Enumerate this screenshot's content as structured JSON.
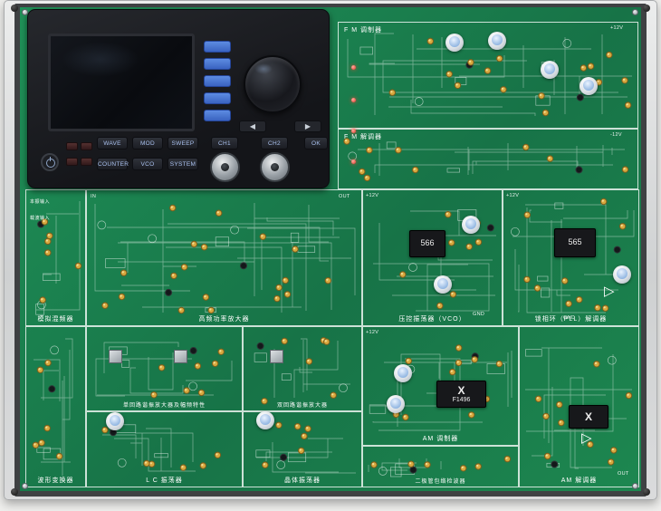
{
  "generator": {
    "buttons_row1": [
      "WAVE",
      "MOD",
      "SWEEP"
    ],
    "buttons_row2": [
      "COUNTER",
      "VCO",
      "SYSTEM"
    ],
    "channel_buttons": [
      "CH1",
      "CH2"
    ],
    "ok_button": "OK"
  },
  "icons": {
    "left_arrow": "◀",
    "right_arrow": "▶",
    "opamp": "▷"
  },
  "sections": {
    "fm_mod": {
      "label": "F M 调制器"
    },
    "fm_demod": {
      "label": "F M 解调器"
    },
    "mixer": {
      "label": "模拟混频器",
      "inputs": [
        "本振输入",
        "载波输入"
      ]
    },
    "hf_amp": {
      "label": "高频功率放大器"
    },
    "vco": {
      "label": "压控振荡器（VCO）",
      "ic": "566"
    },
    "pll": {
      "label": "锁相环（PLL）解调器",
      "ic": "565"
    },
    "single_tuned": {
      "label": "单回路谐振放大器及幅频特性"
    },
    "double_tuned": {
      "label": "双回路谐振放大器"
    },
    "lc_osc": {
      "label": "L C 振荡器"
    },
    "crystal_osc": {
      "label": "晶体振荡器"
    },
    "waveform": {
      "label": "波形变换器"
    },
    "am_mod": {
      "label": "AM 调制器",
      "ic": "F1496",
      "ic_symbol": "X"
    },
    "envelope": {
      "label": "二极管包络检波器"
    },
    "am_demod": {
      "label": "AM 解调器",
      "ic_symbol": "X"
    }
  },
  "pins": {
    "p12v": "+12V",
    "n12v": "-12V",
    "gnd": "GND",
    "in": "IN",
    "out": "OUT"
  },
  "colors": {
    "pcb_green": "#1c8750",
    "testpoint_gold": "#d8a93f",
    "softkey_blue": "#3a63c0",
    "led_red": "#e23028"
  }
}
